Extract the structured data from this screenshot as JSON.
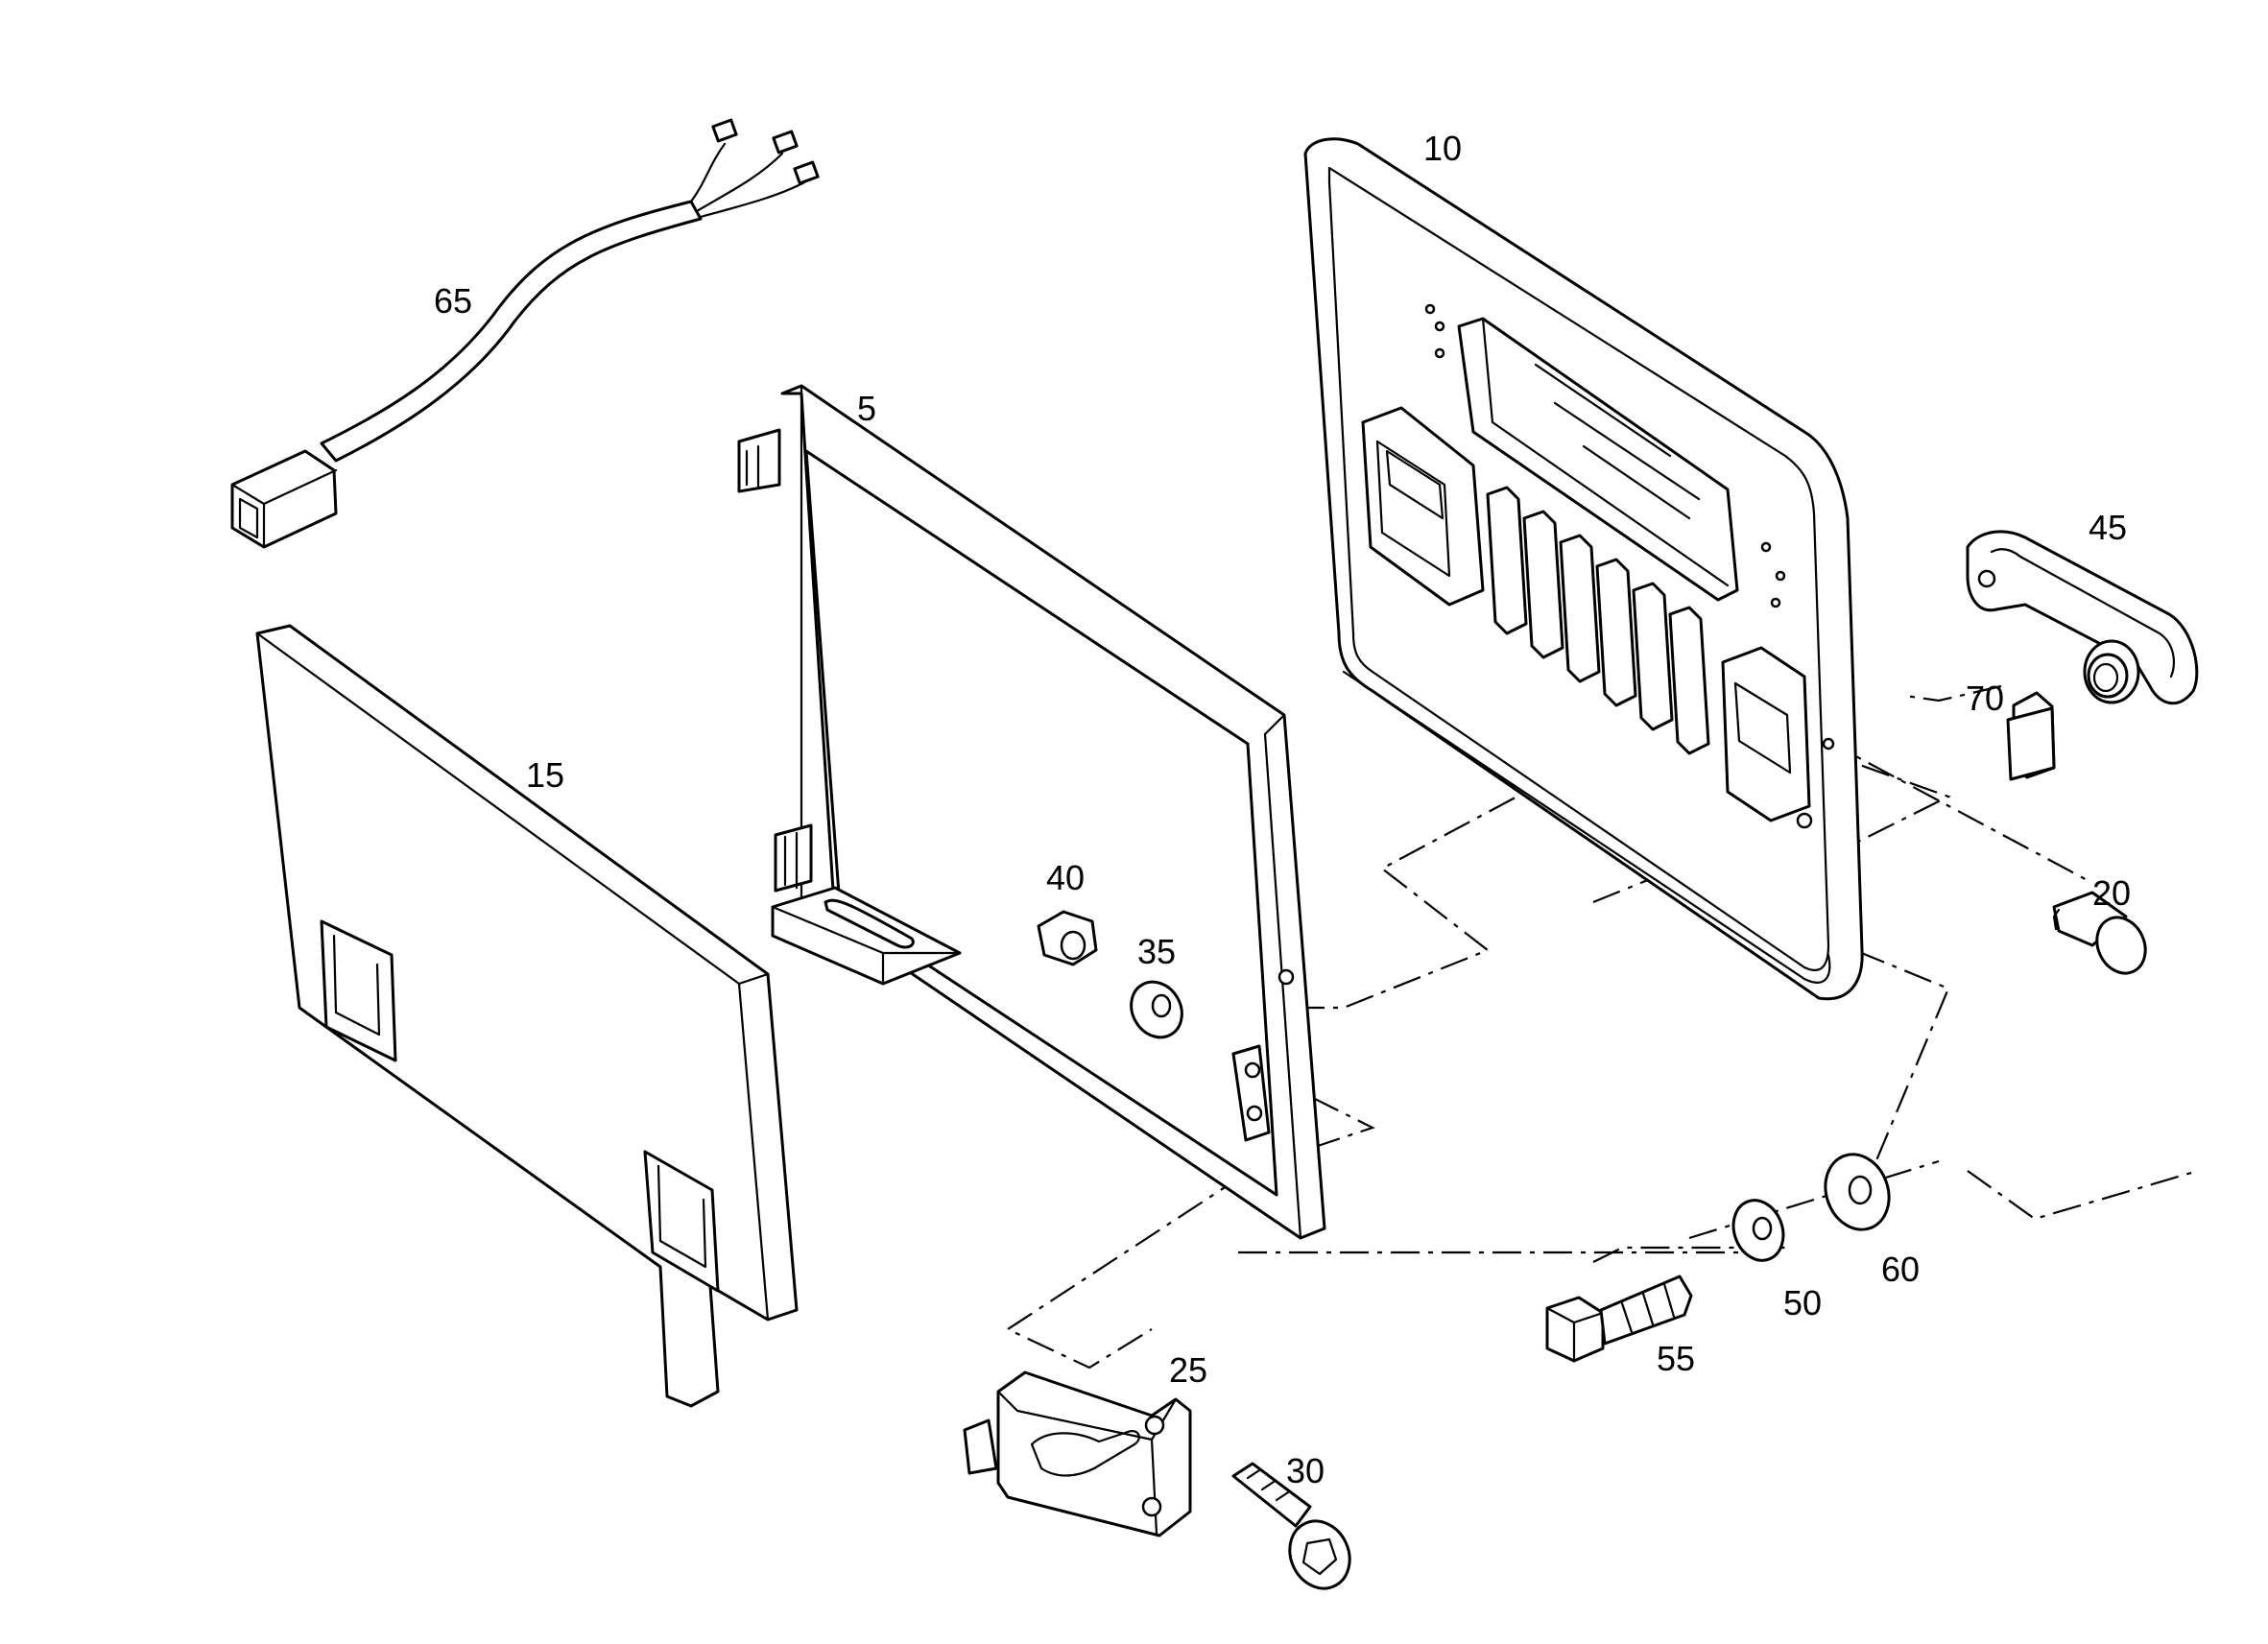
{
  "diagram": {
    "parts": [
      {
        "key": "frame",
        "label": "5"
      },
      {
        "key": "panel_rear",
        "label": "10"
      },
      {
        "key": "panel_front",
        "label": "15"
      },
      {
        "key": "pin",
        "label": "20"
      },
      {
        "key": "latch",
        "label": "25"
      },
      {
        "key": "latch_screw",
        "label": "30"
      },
      {
        "key": "washer_small",
        "label": "35"
      },
      {
        "key": "nut",
        "label": "40"
      },
      {
        "key": "handle",
        "label": "45"
      },
      {
        "key": "washer_mid",
        "label": "50"
      },
      {
        "key": "bolt",
        "label": "55"
      },
      {
        "key": "washer_large",
        "label": "60"
      },
      {
        "key": "cable",
        "label": "65"
      },
      {
        "key": "plate",
        "label": "70"
      }
    ]
  }
}
